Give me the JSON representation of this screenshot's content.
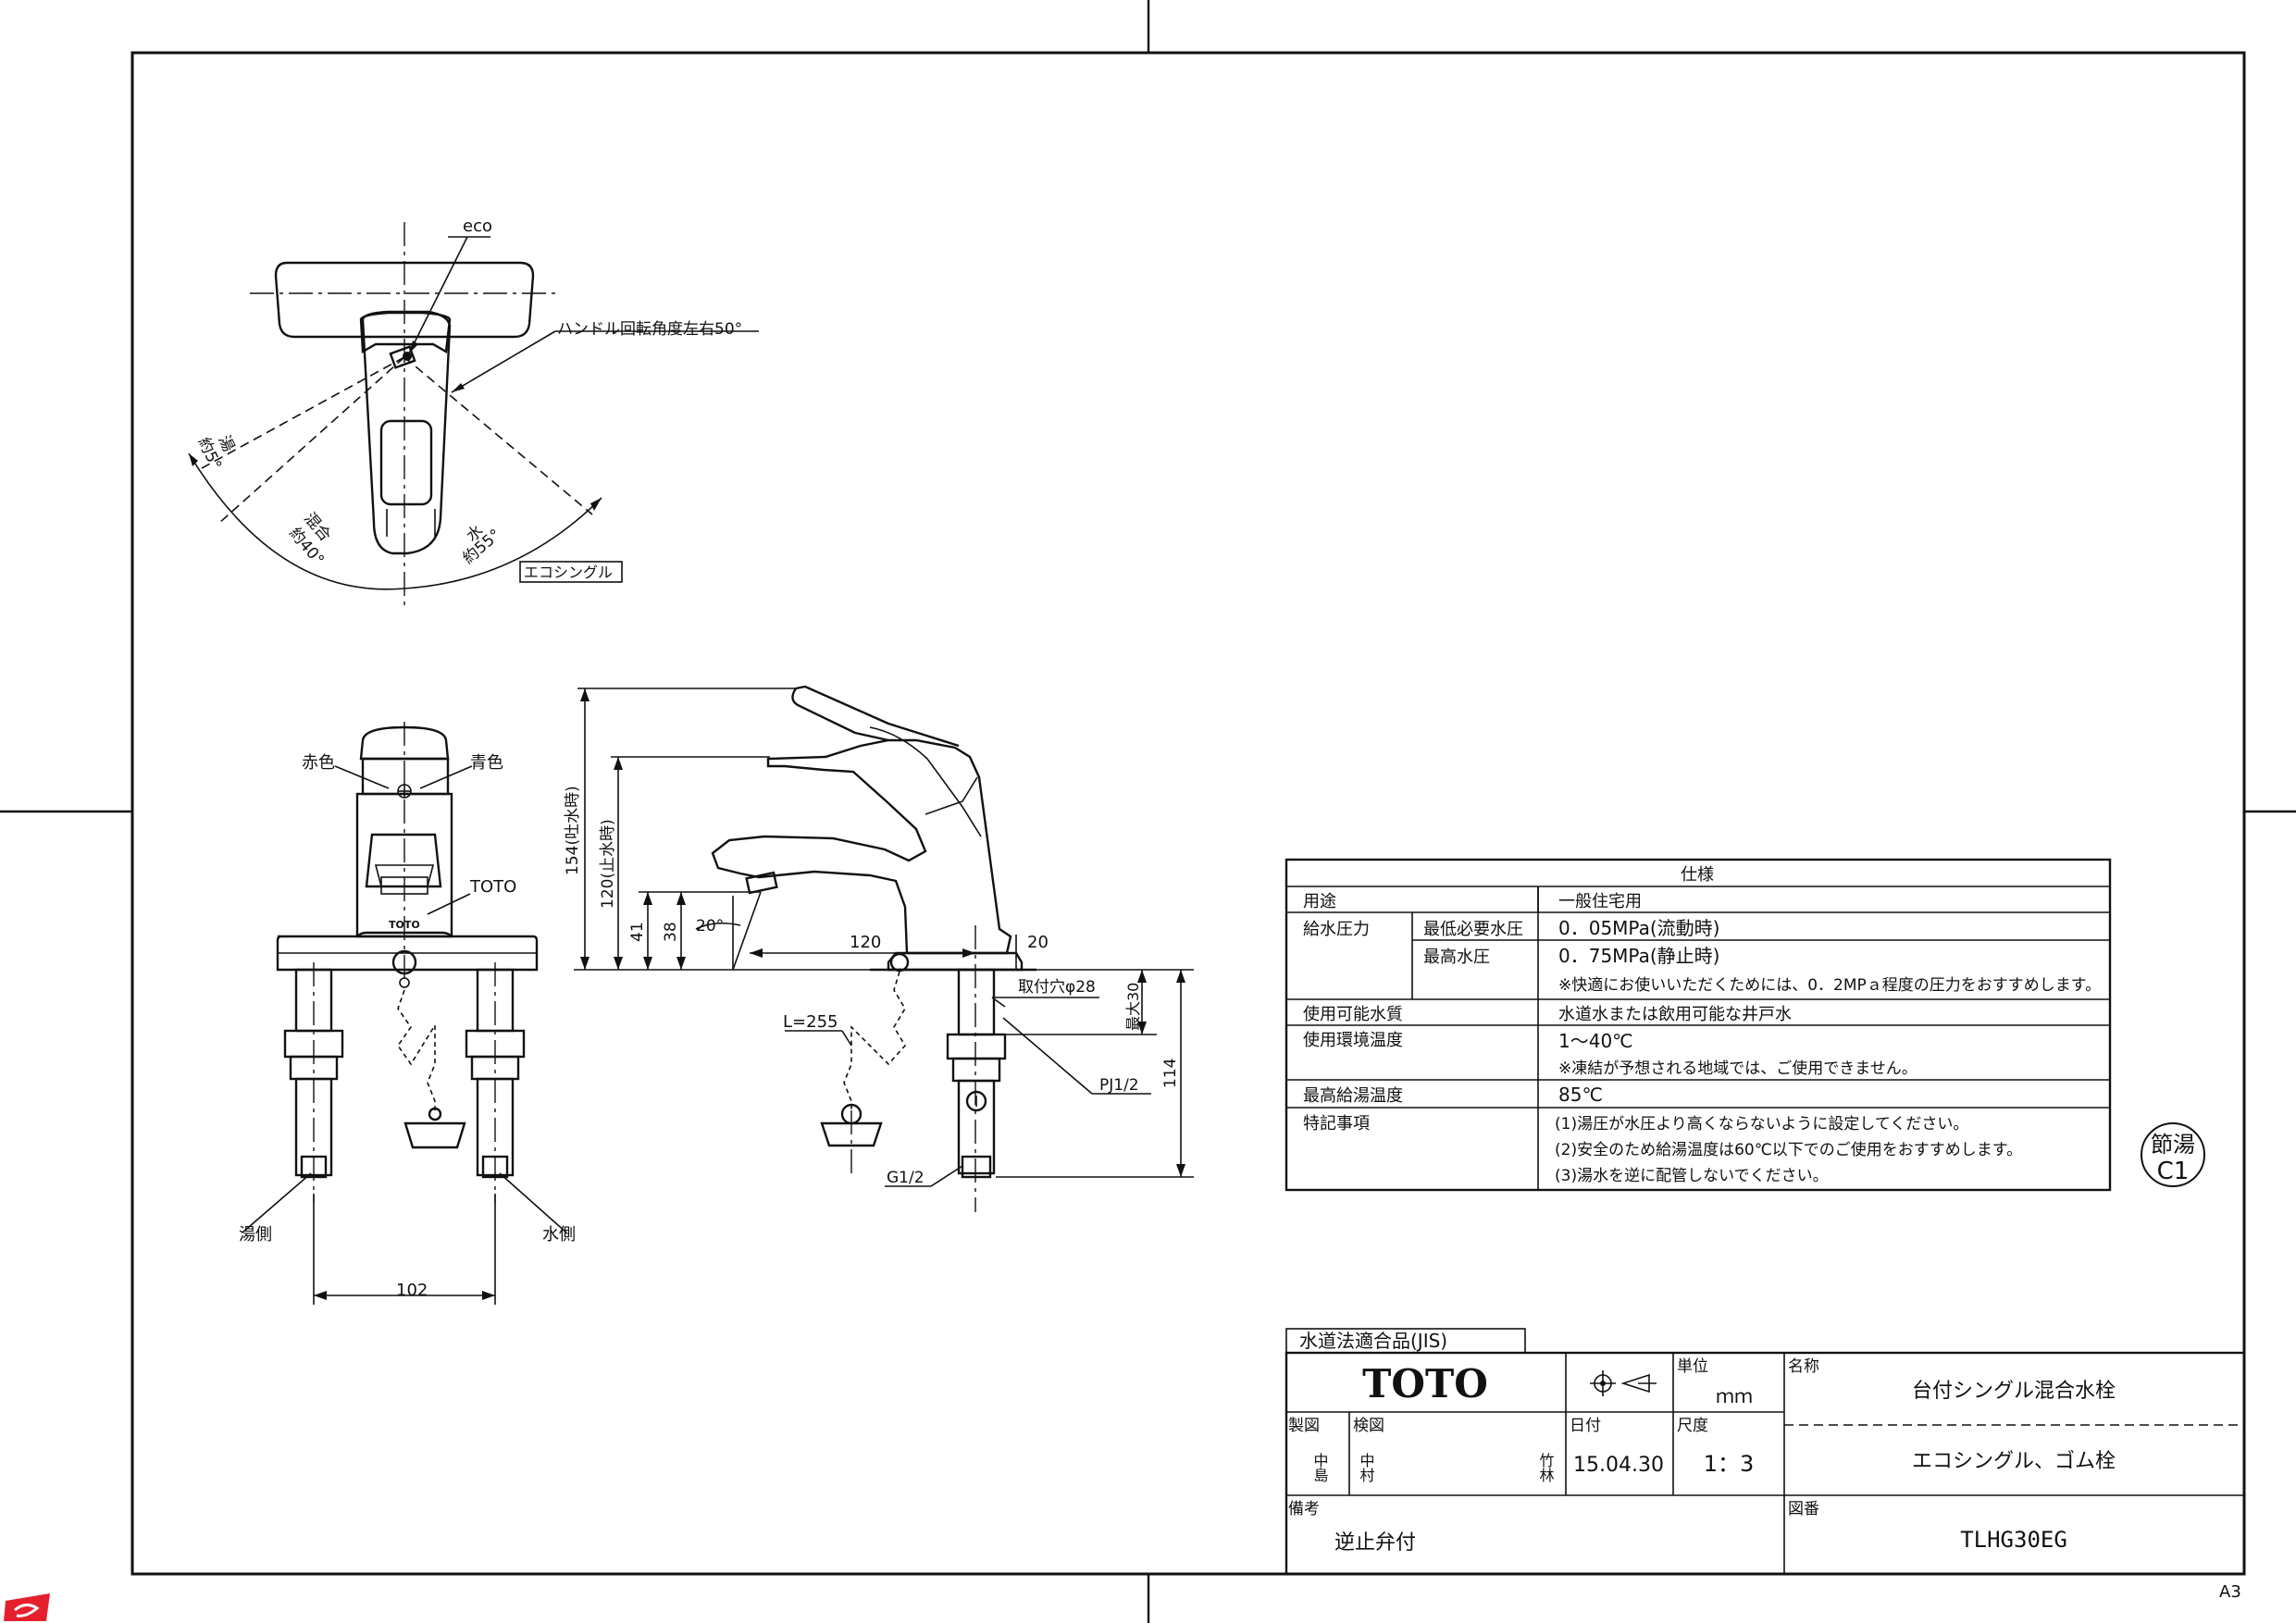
{
  "top_view": {
    "eco": "eco",
    "rotation": "ハンドル回転角度左右50°",
    "hot_label": "湯",
    "hot_angle": "約5°",
    "mix_label": "混合",
    "mix_angle": "約40°",
    "cold_label": "水",
    "cold_angle": "約55°",
    "eco_single": "エコシングル"
  },
  "front_view": {
    "red": "赤色",
    "blue": "青色",
    "toto": "TOTO",
    "logo_small": "TOTO",
    "hot_side": "湯側",
    "cold_side": "水側",
    "dim_102": "102"
  },
  "side_view": {
    "dim_154": "154(吐水時)",
    "dim_120v": "120(止水時)",
    "dim_41": "41",
    "dim_38": "38",
    "angle_20": "20°",
    "dim_120h": "120",
    "dim_20": "20",
    "hole": "取付穴φ28",
    "max30": "最大30",
    "dim_114": "114",
    "chain": "L=255",
    "pj": "PJ1/2",
    "g": "G1/2"
  },
  "spec": {
    "title": "仕様",
    "rows": [
      {
        "label": "用途",
        "sub": "",
        "value": "一般住宅用",
        "note": ""
      },
      {
        "label": "給水圧力",
        "sub": "最低必要水圧",
        "value": "0．05MPa(流動時)",
        "note": ""
      },
      {
        "label": "",
        "sub": "最高水圧",
        "value": "0．75MPa(静止時)",
        "note": "※快適にお使いいただくためには、0．2MPａ程度の圧力をおすすめします。"
      },
      {
        "label": "使用可能水質",
        "sub": "",
        "value": "水道水または飲用可能な井戸水",
        "note": ""
      },
      {
        "label": "使用環境温度",
        "sub": "",
        "value": "1～40℃",
        "note": "※凍結が予想される地域では、ご使用できません。"
      },
      {
        "label": "最高給湯温度",
        "sub": "",
        "value": "85℃",
        "note": ""
      },
      {
        "label": "特記事項",
        "sub": "",
        "value": "(1)湯圧が水圧より高くならないように設定してください。",
        "note": "(2)安全のため給湯温度は60℃以下でのご使用をおすすめします。",
        "note2": "(3)湯水を逆に配管しないでください。"
      }
    ]
  },
  "stamp": {
    "line1": "節湯",
    "line2": "C1"
  },
  "title_block": {
    "jis": "水道法適合品(JIS)",
    "logo": "TOTO",
    "unit_label": "単位",
    "unit": "ｍｍ",
    "name_label": "名称",
    "name1": "台付シングル混合水栓",
    "name2": "エコシングル、ゴム栓",
    "drawn_label": "製図",
    "drawn": "中島",
    "checked_label": "検図",
    "checked1": "中村",
    "checked2": "竹林",
    "date_label": "日付",
    "date": "15.04.30",
    "scale_label": "尺度",
    "scale": "1：3",
    "remarks_label": "備考",
    "remarks": "逆止弁付",
    "drawing_no_label": "図番",
    "drawing_no": "TLHG30EG"
  },
  "paper": "A3",
  "brand_color": "#e5202e"
}
